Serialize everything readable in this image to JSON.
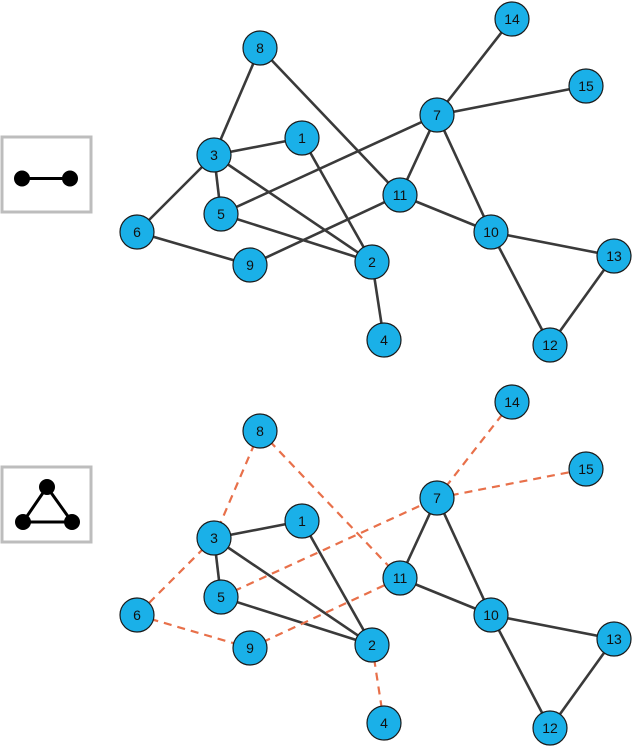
{
  "colors": {
    "node_fill": "#1ab0e8",
    "node_stroke": "#1a1a1a",
    "edge": "#3a3a3a",
    "dashed_edge": "#e8704a",
    "legend_border": "#bdbdbd",
    "motif": "#000000"
  },
  "panels": [
    {
      "motif": "edge-motif",
      "nodes": [
        {
          "id": "1",
          "label": "1"
        },
        {
          "id": "2",
          "label": "2"
        },
        {
          "id": "3",
          "label": "3"
        },
        {
          "id": "4",
          "label": "4"
        },
        {
          "id": "5",
          "label": "5"
        },
        {
          "id": "6",
          "label": "6"
        },
        {
          "id": "7",
          "label": "7"
        },
        {
          "id": "8",
          "label": "8"
        },
        {
          "id": "9",
          "label": "9"
        },
        {
          "id": "10",
          "label": "10"
        },
        {
          "id": "11",
          "label": "11"
        },
        {
          "id": "12",
          "label": "12"
        },
        {
          "id": "13",
          "label": "13"
        },
        {
          "id": "14",
          "label": "14"
        },
        {
          "id": "15",
          "label": "15"
        }
      ],
      "edges": [
        {
          "from": "8",
          "to": "3",
          "style": "solid"
        },
        {
          "from": "8",
          "to": "11",
          "style": "solid"
        },
        {
          "from": "3",
          "to": "1",
          "style": "solid"
        },
        {
          "from": "3",
          "to": "5",
          "style": "solid"
        },
        {
          "from": "3",
          "to": "6",
          "style": "solid"
        },
        {
          "from": "3",
          "to": "2",
          "style": "solid"
        },
        {
          "from": "1",
          "to": "2",
          "style": "solid"
        },
        {
          "from": "5",
          "to": "2",
          "style": "solid"
        },
        {
          "from": "5",
          "to": "7",
          "style": "solid"
        },
        {
          "from": "6",
          "to": "9",
          "style": "solid"
        },
        {
          "from": "9",
          "to": "11",
          "style": "solid"
        },
        {
          "from": "2",
          "to": "4",
          "style": "solid"
        },
        {
          "from": "7",
          "to": "14",
          "style": "solid"
        },
        {
          "from": "7",
          "to": "15",
          "style": "solid"
        },
        {
          "from": "7",
          "to": "11",
          "style": "solid"
        },
        {
          "from": "7",
          "to": "10",
          "style": "solid"
        },
        {
          "from": "11",
          "to": "10",
          "style": "solid"
        },
        {
          "from": "10",
          "to": "13",
          "style": "solid"
        },
        {
          "from": "10",
          "to": "12",
          "style": "solid"
        },
        {
          "from": "13",
          "to": "12",
          "style": "solid"
        }
      ]
    },
    {
      "motif": "triangle-motif",
      "nodes": [
        {
          "id": "1",
          "label": "1"
        },
        {
          "id": "2",
          "label": "2"
        },
        {
          "id": "3",
          "label": "3"
        },
        {
          "id": "4",
          "label": "4"
        },
        {
          "id": "5",
          "label": "5"
        },
        {
          "id": "6",
          "label": "6"
        },
        {
          "id": "7",
          "label": "7"
        },
        {
          "id": "8",
          "label": "8"
        },
        {
          "id": "9",
          "label": "9"
        },
        {
          "id": "10",
          "label": "10"
        },
        {
          "id": "11",
          "label": "11"
        },
        {
          "id": "12",
          "label": "12"
        },
        {
          "id": "13",
          "label": "13"
        },
        {
          "id": "14",
          "label": "14"
        },
        {
          "id": "15",
          "label": "15"
        }
      ],
      "edges": [
        {
          "from": "8",
          "to": "3",
          "style": "dashed"
        },
        {
          "from": "8",
          "to": "11",
          "style": "dashed"
        },
        {
          "from": "3",
          "to": "1",
          "style": "solid"
        },
        {
          "from": "3",
          "to": "5",
          "style": "solid"
        },
        {
          "from": "3",
          "to": "6",
          "style": "dashed"
        },
        {
          "from": "3",
          "to": "2",
          "style": "solid"
        },
        {
          "from": "1",
          "to": "2",
          "style": "solid"
        },
        {
          "from": "5",
          "to": "2",
          "style": "solid"
        },
        {
          "from": "5",
          "to": "7",
          "style": "dashed"
        },
        {
          "from": "6",
          "to": "9",
          "style": "dashed"
        },
        {
          "from": "9",
          "to": "11",
          "style": "dashed"
        },
        {
          "from": "2",
          "to": "4",
          "style": "dashed"
        },
        {
          "from": "7",
          "to": "14",
          "style": "dashed"
        },
        {
          "from": "7",
          "to": "15",
          "style": "dashed"
        },
        {
          "from": "7",
          "to": "11",
          "style": "solid"
        },
        {
          "from": "7",
          "to": "10",
          "style": "solid"
        },
        {
          "from": "11",
          "to": "10",
          "style": "solid"
        },
        {
          "from": "10",
          "to": "13",
          "style": "solid"
        },
        {
          "from": "10",
          "to": "12",
          "style": "solid"
        },
        {
          "from": "13",
          "to": "12",
          "style": "solid"
        }
      ]
    }
  ]
}
